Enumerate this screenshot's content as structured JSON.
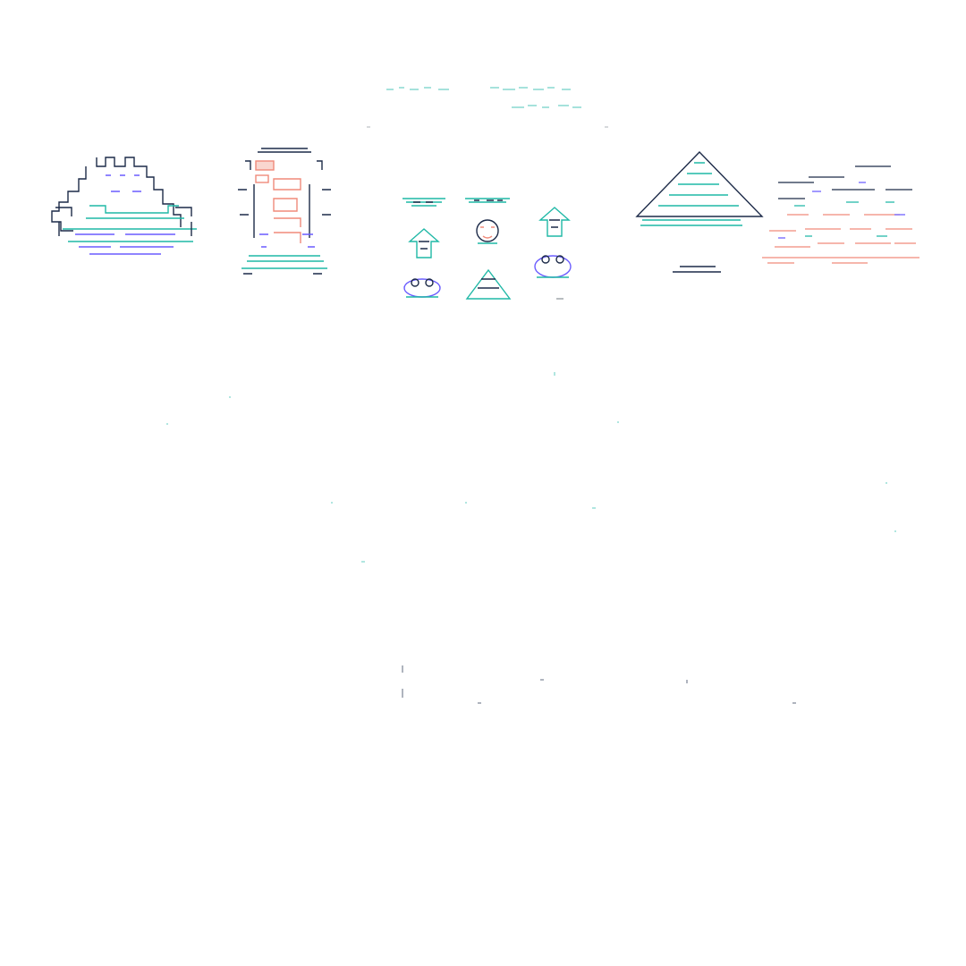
{
  "canvas": {
    "background": "#ffffff"
  },
  "palette": {
    "teal": "#1fb8a6",
    "purple": "#6a5cff",
    "navy": "#1c2a48",
    "salmon": "#f08a7a",
    "gray": "#9aa0a6"
  },
  "figures": [
    {
      "name": "castle-sprite-icon",
      "icon": "pixel-castle"
    },
    {
      "name": "shrine-sprite-icon",
      "icon": "pixel-shrine"
    },
    {
      "name": "icon-sheet",
      "icon": "sticker-grid"
    },
    {
      "name": "pyramid-sprite-icon",
      "icon": "pixel-pyramid"
    },
    {
      "name": "crowd-sprite-icon",
      "icon": "pixel-crowd"
    }
  ],
  "grid_icons": [
    "banner-icon",
    "banner-icon",
    "arrow-up-icon",
    "face-icon",
    "arrow-up-icon",
    "frog-icon",
    "frog-icon",
    "mountain-icon",
    "blank-icon"
  ]
}
